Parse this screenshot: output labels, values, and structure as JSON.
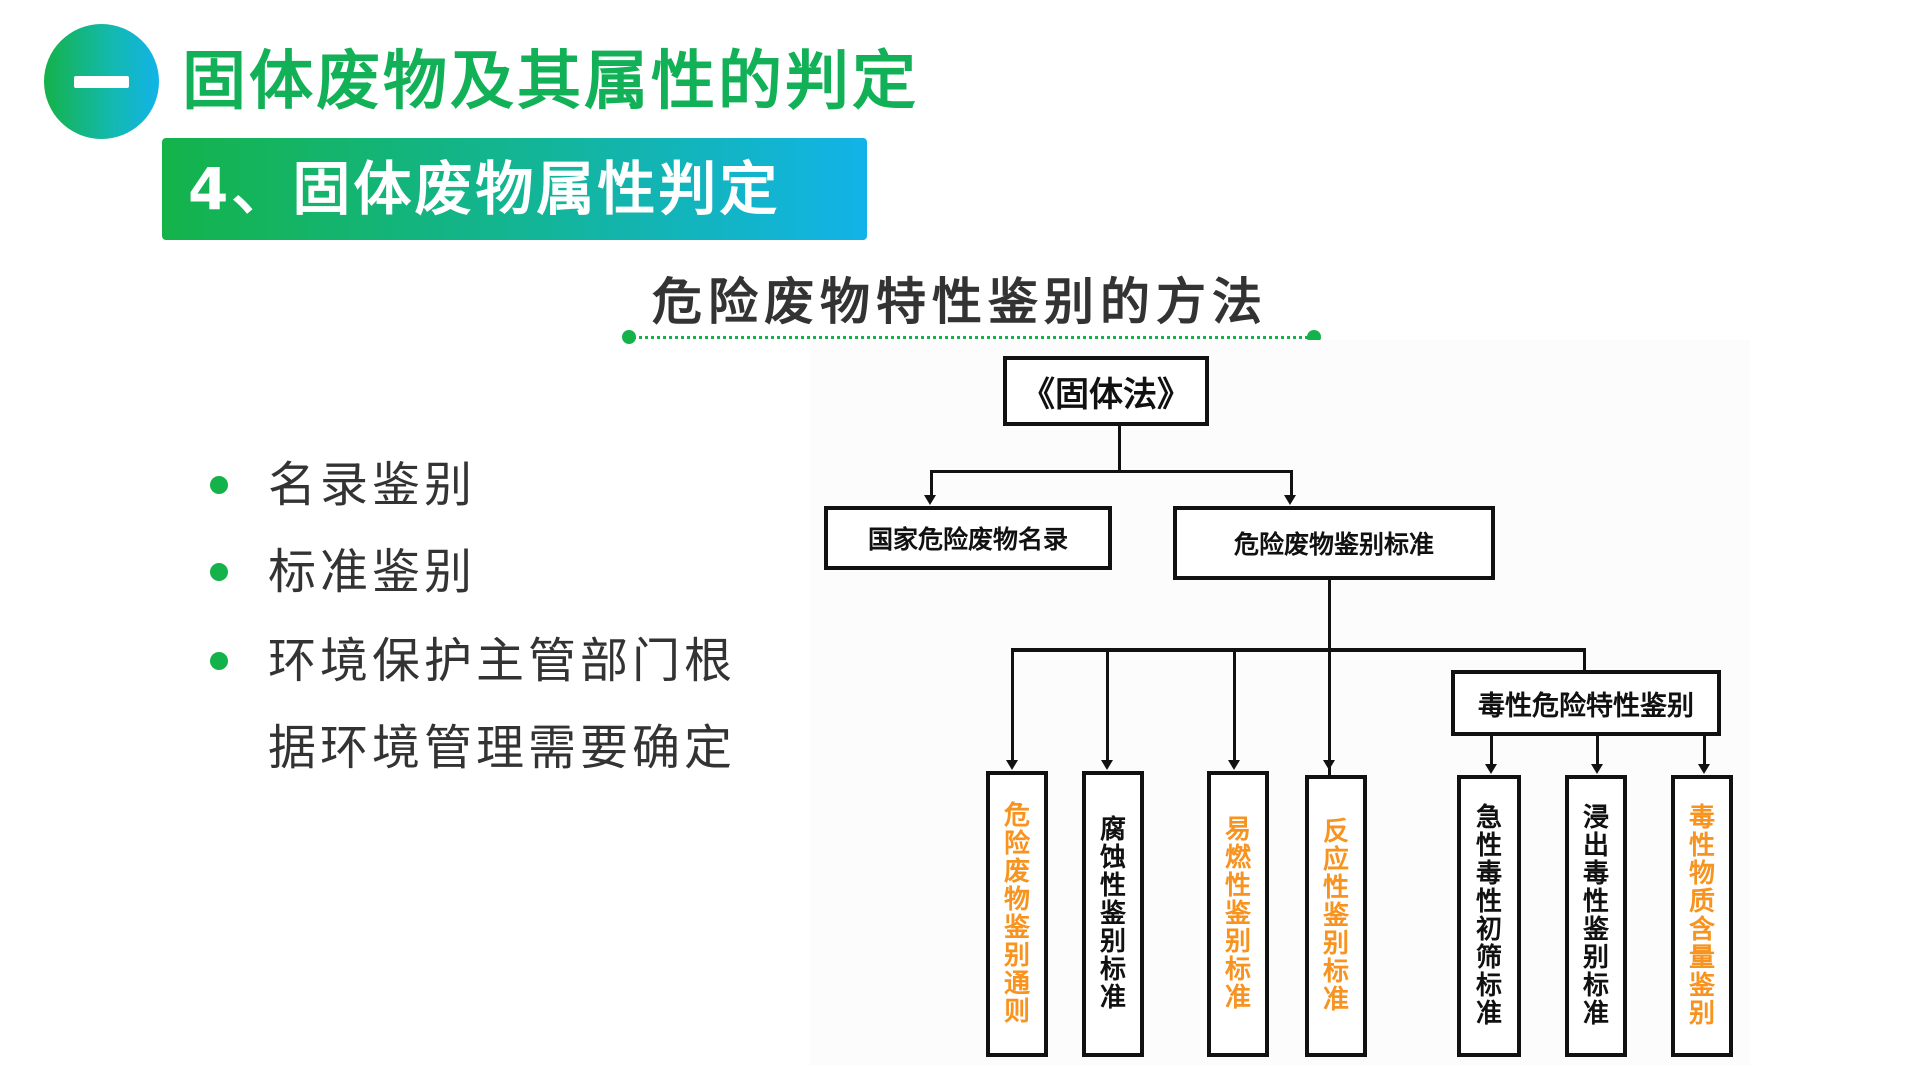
{
  "section": {
    "number": "一",
    "title": "固体废物及其属性的判定"
  },
  "sub_header": {
    "title": "4、固体废物属性判定"
  },
  "method_title": "危险废物特性鉴别的方法",
  "bullets": [
    {
      "lines": [
        "名录鉴别"
      ]
    },
    {
      "lines": [
        "标准鉴别"
      ]
    },
    {
      "lines": [
        "环境保护主管部门根",
        "据环境管理需要确定"
      ]
    }
  ],
  "diagram": {
    "root": "《固体法》",
    "level1": [
      "国家危险废物名录",
      "危险废物鉴别标准"
    ],
    "toxicity_group": "毒性危险特性鉴别",
    "leaves": [
      {
        "text": "危险废物鉴别通则",
        "color": "orange"
      },
      {
        "text": "腐蚀性鉴别标准",
        "color": "black"
      },
      {
        "text": "易燃性鉴别标准",
        "color": "orange"
      },
      {
        "text": "反应性鉴别标准",
        "color": "orange"
      },
      {
        "text": "急性毒性初筛标准",
        "color": "black"
      },
      {
        "text": "浸出毒性鉴别标准",
        "color": "black"
      },
      {
        "text": "毒性物质含量鉴别",
        "color": "orange"
      }
    ],
    "colors": {
      "orange": "#f7931e",
      "black": "#111111",
      "green": "#14b24a",
      "blue": "#12b3e8"
    }
  }
}
